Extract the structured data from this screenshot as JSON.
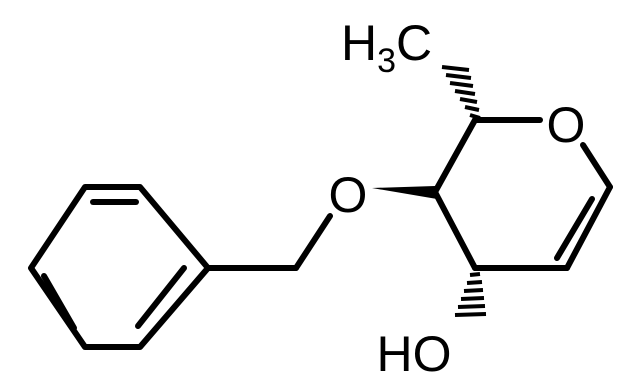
{
  "molecule": {
    "atoms": {
      "methyl_h": "H",
      "methyl_sub": "3",
      "methyl_c": "C",
      "ring_oxygen": "O",
      "ether_oxygen": "O",
      "hydroxyl": "HO"
    }
  }
}
